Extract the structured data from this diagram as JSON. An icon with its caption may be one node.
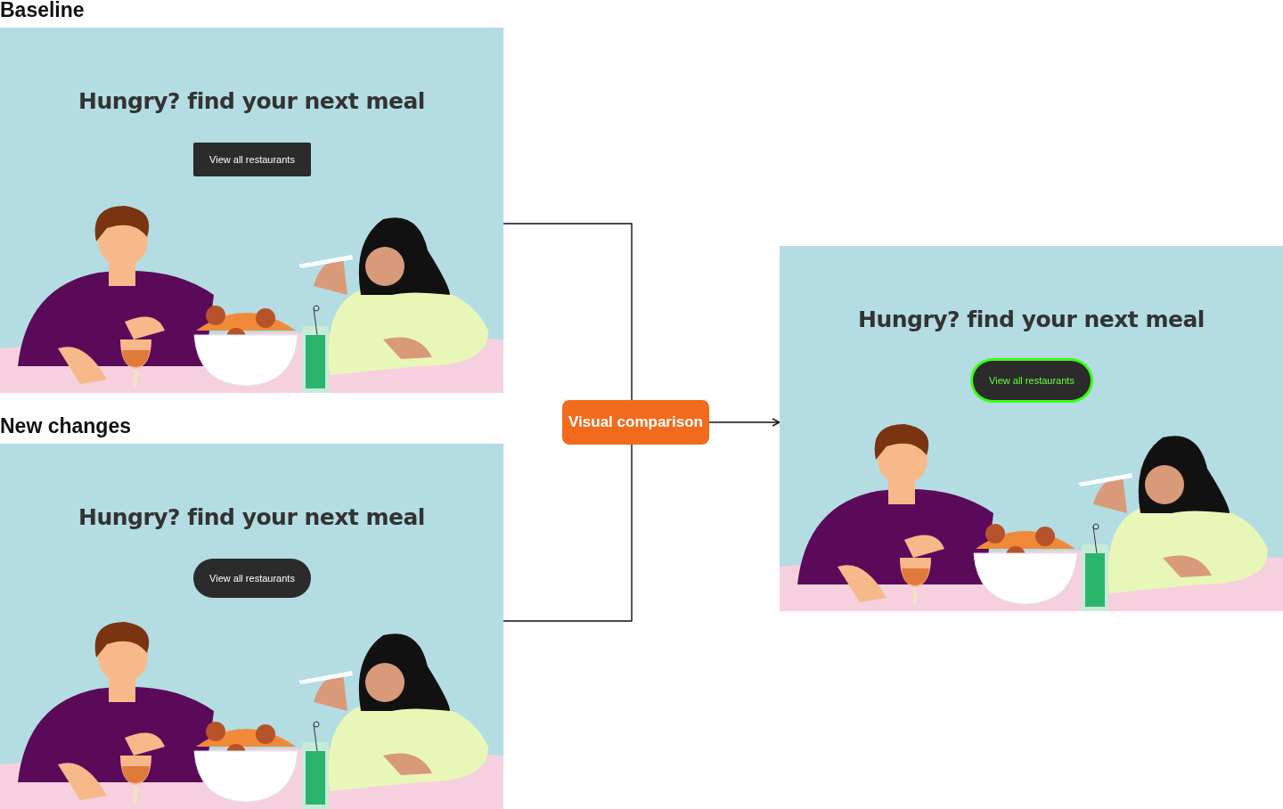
{
  "diagram": {
    "nodes": [
      {
        "text": [
          "Baseline",
          "Hungry? find your next meal",
          "View all restaurants"
        ]
      },
      {
        "text": [
          "New changes",
          "Hungry? find your next meal",
          "View all restaurants"
        ]
      },
      {
        "text": [
          "Visual comparison"
        ]
      },
      {
        "text": [
          "Hungry? find your next meal",
          "View all restaurants"
        ]
      }
    ],
    "edges": [
      {
        "from": 0,
        "to": 2,
        "arrow": "none"
      },
      {
        "from": 1,
        "to": 2,
        "arrow": "none"
      },
      {
        "from": 2,
        "to": 3,
        "arrow": "to"
      }
    ]
  }
}
